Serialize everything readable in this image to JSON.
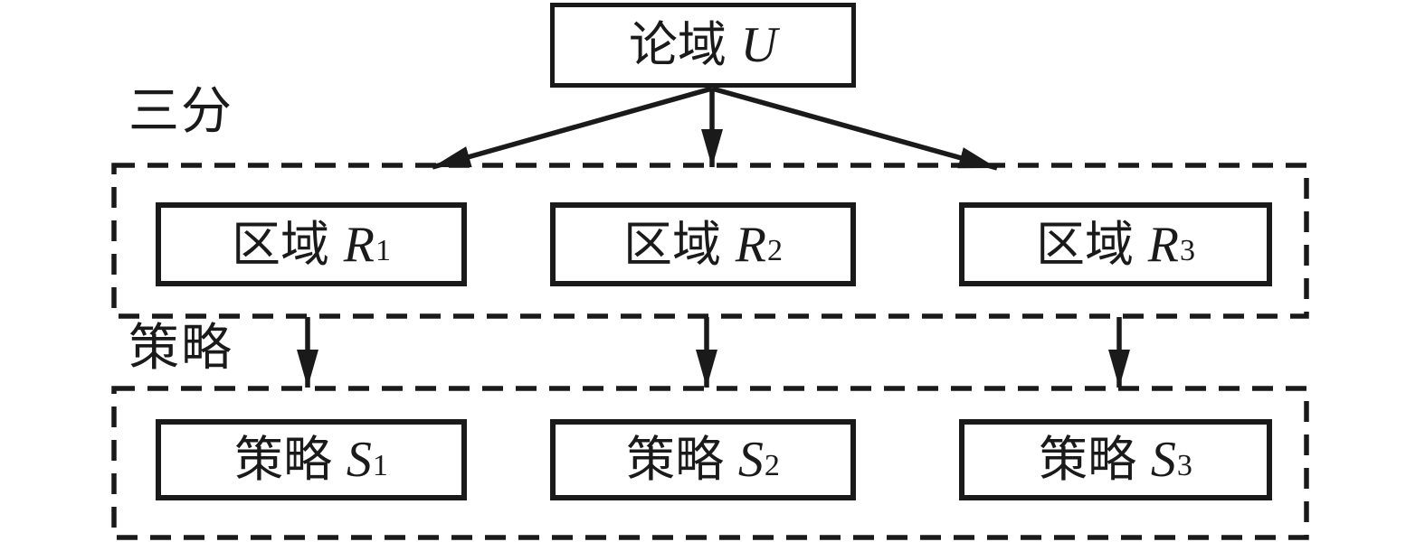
{
  "diagram": {
    "title_hint": "three-way decision: tri-partition of universe into regions and strategies",
    "colors": {
      "ink": "#1a1a1a",
      "background": "#ffffff"
    },
    "root": {
      "label_cn": "论域",
      "symbol": "U"
    },
    "partition_section_label": "三分",
    "strategy_section_label": "策略",
    "regions": [
      {
        "label_cn": "区域",
        "symbol": "R",
        "sub": "1"
      },
      {
        "label_cn": "区域",
        "symbol": "R",
        "sub": "2"
      },
      {
        "label_cn": "区域",
        "symbol": "R",
        "sub": "3"
      }
    ],
    "strategies": [
      {
        "label_cn": "策略",
        "symbol": "S",
        "sub": "1"
      },
      {
        "label_cn": "策略",
        "symbol": "S",
        "sub": "2"
      },
      {
        "label_cn": "策略",
        "symbol": "S",
        "sub": "3"
      }
    ]
  }
}
